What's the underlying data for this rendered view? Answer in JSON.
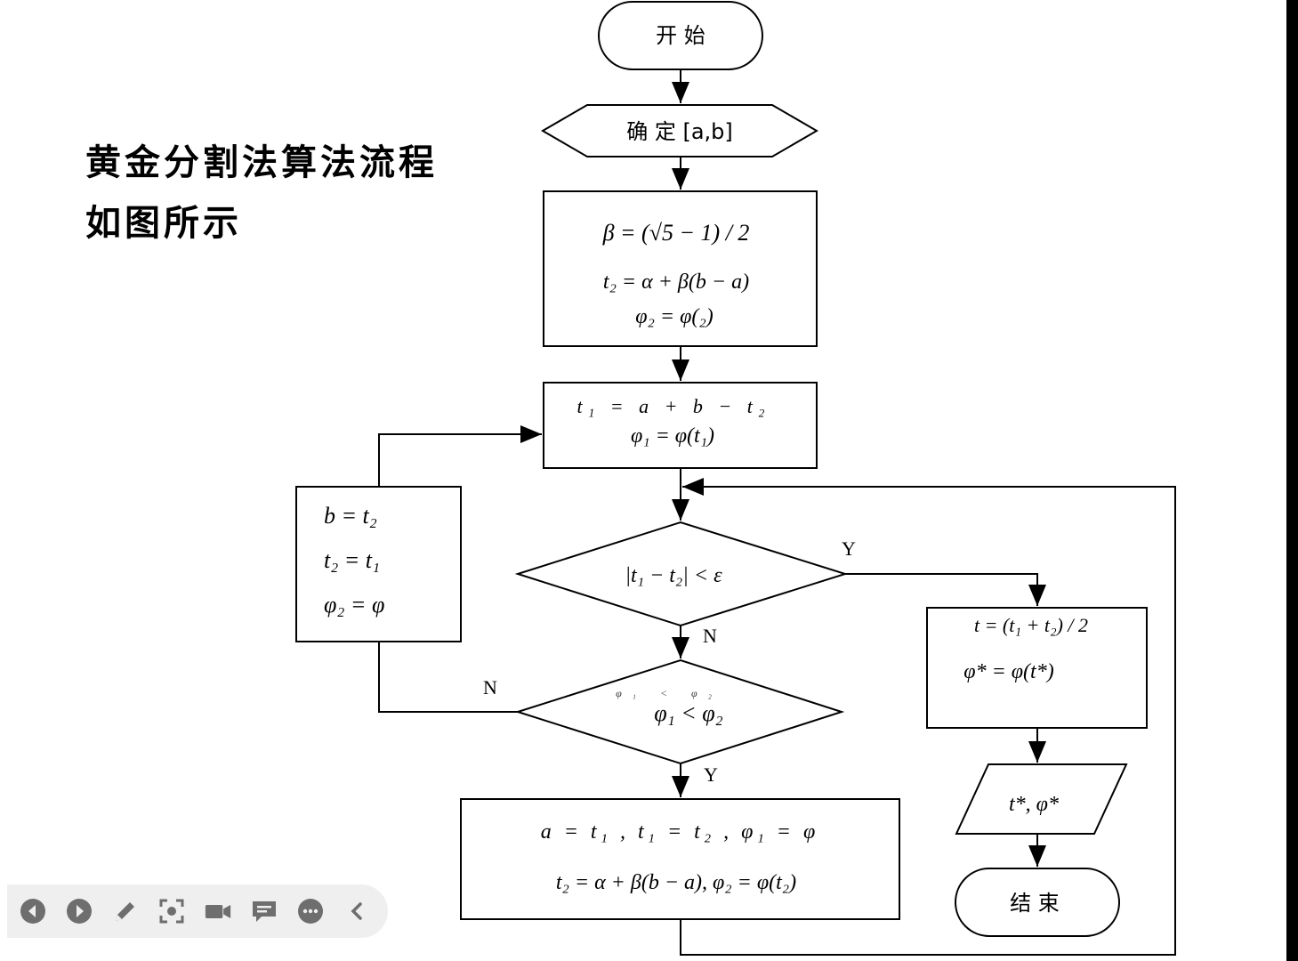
{
  "title": {
    "line1": "黄金分割法算法流程",
    "line2": "如图所示"
  },
  "flowchart": {
    "start": "开 始",
    "define_interval": "确 定 [a,b]",
    "init_block": {
      "line1": "β = (√5 − 1) / 2",
      "line2": "t₂ = α + β(b − a)",
      "line3": "φ₂ = φ(₂)"
    },
    "compute_t1": {
      "line1": "t₁ = a + b − t₂",
      "line2": "φ₁ = φ(t₁)"
    },
    "decision_converge": "|t₁ − t₂| < ε",
    "decision_compare": "φ₁ < φ₂",
    "decision_compare_faint": "φ₁ < φ₂",
    "update_left": {
      "line1": "b = t₂",
      "line2": "t₂ = t₁",
      "line3": "φ₂ = φ"
    },
    "update_bottom": {
      "line1": "a = t₁ , t₁ = t₂ , φ₁ = φ",
      "line2": "t₂ = α + β(b − a), φ₂ = φ(t₂)"
    },
    "result_block": {
      "line1": "t = (t₁ + t₂) / 2",
      "line2": "φ* = φ(t*)"
    },
    "output": "t*, φ*",
    "end": "结 束",
    "labels": {
      "yes_converge": "Y",
      "no_converge": "N",
      "yes_compare": "Y",
      "no_compare": "N"
    }
  },
  "toolbar": {
    "icons": [
      "previous-icon",
      "next-icon",
      "pen-icon",
      "screenshot-icon",
      "video-icon",
      "comment-icon",
      "more-icon",
      "collapse-icon"
    ]
  },
  "colors": {
    "background": "#ffffff",
    "ink": "#000000",
    "toolbar_bg": "#efefef",
    "toolbar_icon": "#6e6e6e"
  }
}
